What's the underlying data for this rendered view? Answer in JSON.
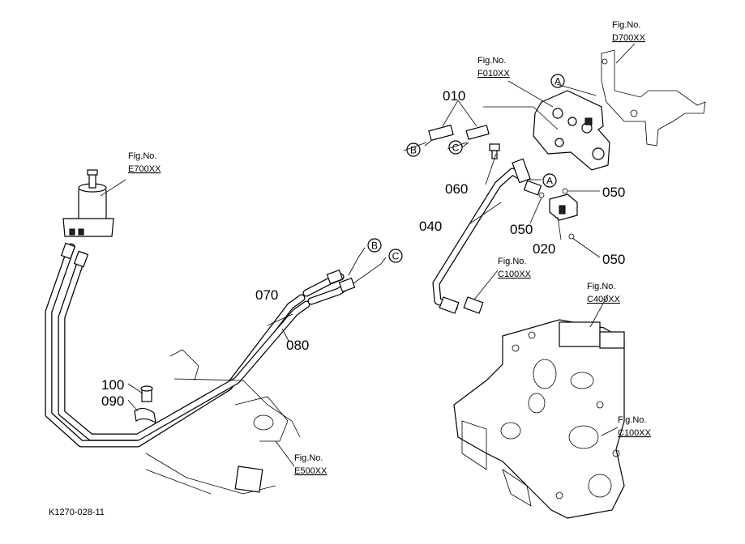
{
  "doc_id": "K1270-028-11",
  "fig_refs": [
    {
      "label": "Fig.No.",
      "code": "D700XX"
    },
    {
      "label": "Fig.No.",
      "code": "F010XX"
    },
    {
      "label": "Fig.No.",
      "code": "E700XX"
    },
    {
      "label": "Fig.No.",
      "code": "C100XX"
    },
    {
      "label": "Fig.No.",
      "code": "C400XX"
    },
    {
      "label": "Fig.No.",
      "code": "C100XX"
    },
    {
      "label": "Fig.No.",
      "code": "E500XX"
    }
  ],
  "part_numbers": [
    "010",
    "020",
    "040",
    "050",
    "050",
    "050",
    "060",
    "070",
    "080",
    "090",
    "100"
  ],
  "connection_marks": [
    "A",
    "A",
    "B",
    "B",
    "C",
    "C"
  ]
}
